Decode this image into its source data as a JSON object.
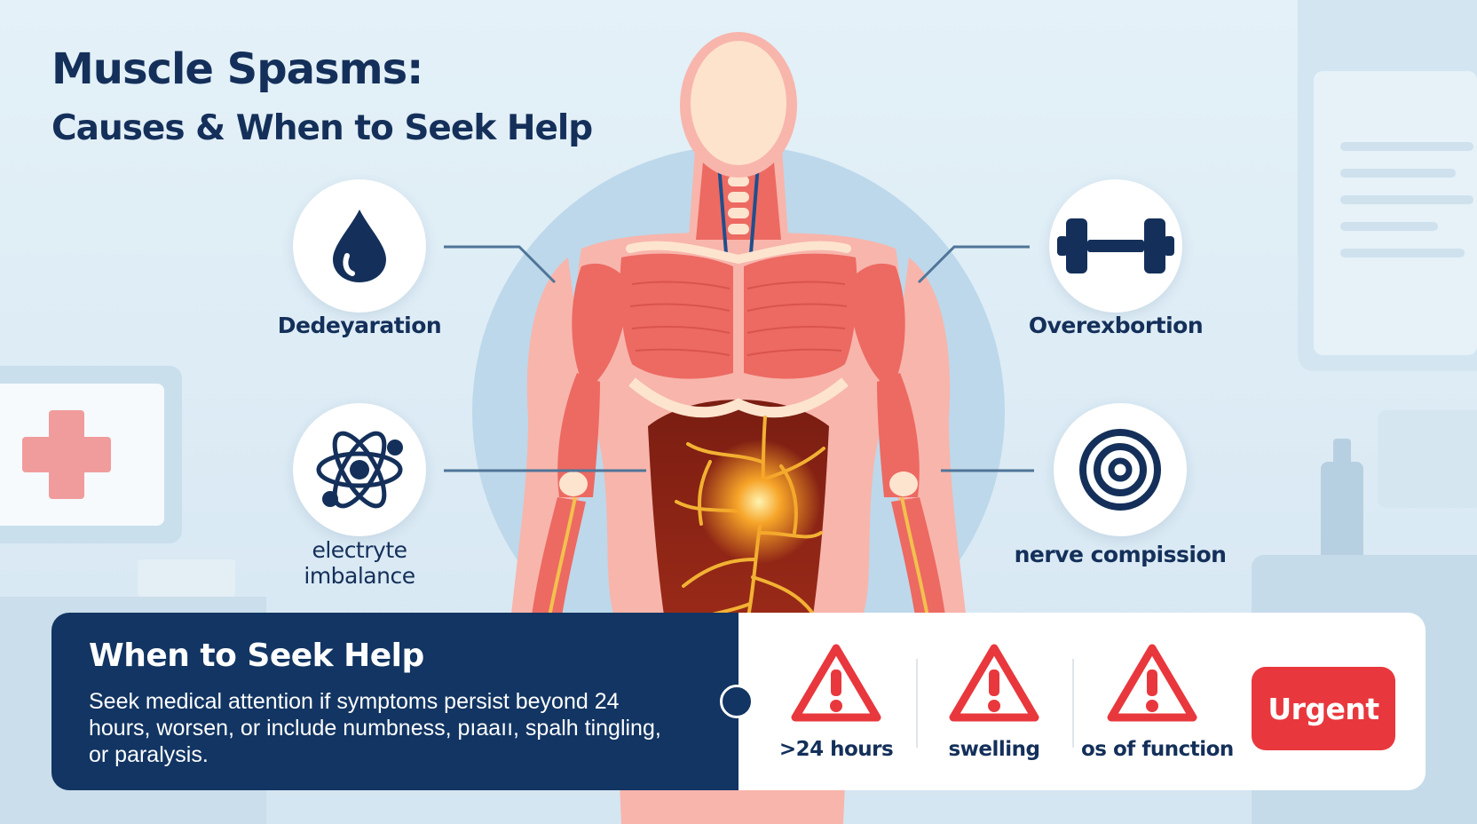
{
  "title": "Muscle Spasms:",
  "subtitle": "Causes & When to Seek Help",
  "causes": [
    {
      "label": "Dedeyaration",
      "icon": "water-drop-icon"
    },
    {
      "label": "Overexbortion",
      "icon": "dumbbell-icon"
    },
    {
      "label": "electryte imbalance",
      "icon": "atom-icon"
    },
    {
      "label": "nerve compission",
      "icon": "target-icon"
    }
  ],
  "help": {
    "title": "When to Seek Help",
    "body": "Seek medical attention if symptoms persist beyond 24 hours, worsen, or include numbness, pıaaıı, spalh tingling, or paralysis."
  },
  "warnings": [
    {
      "label": ">24 hours",
      "icon": "warning-triangle-icon"
    },
    {
      "label": "swelling",
      "icon": "warning-triangle-icon"
    },
    {
      "label": "os of function",
      "icon": "warning-triangle-icon"
    }
  ],
  "urgent_label": "Urgent",
  "colors": {
    "navy": "#14305a",
    "panel_navy": "#123563",
    "muscle_red": "#ec6a62",
    "warning_red": "#e8383d",
    "background": "#dfedf6"
  }
}
